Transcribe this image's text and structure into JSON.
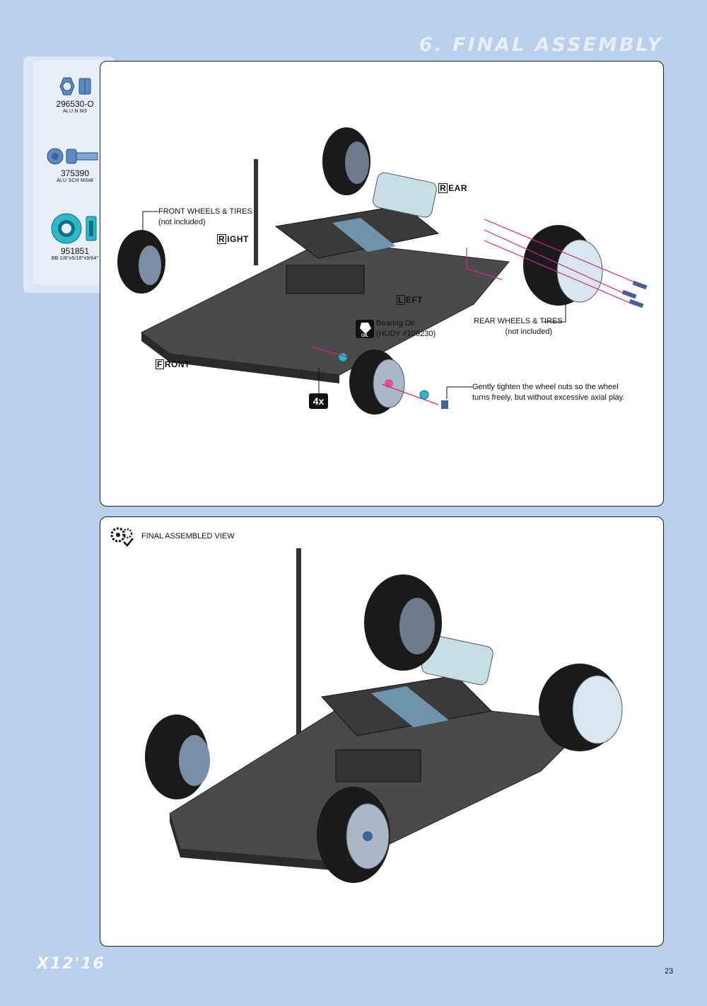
{
  "section_title": "6. FINAL ASSEMBLY",
  "parts": [
    {
      "code": "296530-O",
      "desc": "ALU N M3",
      "icon": "nut-icon"
    },
    {
      "code": "375390",
      "desc": "ALU SCH M3x8",
      "icon": "screw-icon"
    },
    {
      "code": "951851",
      "desc": "BB 1/8\"x5/16\"x9/64\"",
      "icon": "ball-bearing-icon"
    }
  ],
  "step": {
    "front_wheels_label_1": "FRONT WHEELS & TIRES",
    "front_wheels_label_2": "(not included)",
    "rear_wheels_label_1": "REAR WHEELS & TIRES",
    "rear_wheels_label_2": "(not included)",
    "side_right_first": "R",
    "side_right_rest": "IGHT",
    "side_rear_first": "R",
    "side_rear_rest": "EAR",
    "side_left_first": "L",
    "side_left_rest": "EFT",
    "side_front_first": "F",
    "side_front_rest": "RONT",
    "oil_label_1": "Bearing Oil",
    "oil_label_2": "(HUDY #106230)",
    "oil_icon_text": "OIL",
    "note_1": "Gently tighten the wheel nuts so the wheel",
    "note_2": "turns freely, but without excessive axial play.",
    "quantity": "4x"
  },
  "final_view": {
    "title": "FINAL ASSEMBLED VIEW"
  },
  "footer": {
    "logo": "X12'16",
    "page_number": "23"
  },
  "colors": {
    "background": "#b8d0ec",
    "accent_part": "#2fb6c8",
    "arrow": "#d6248c"
  }
}
